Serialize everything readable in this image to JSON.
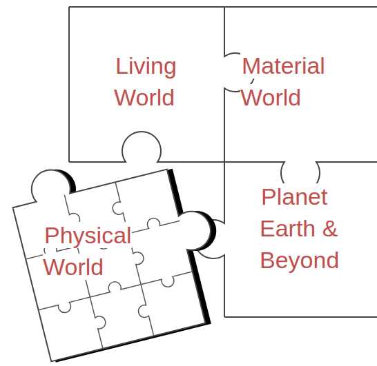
{
  "diagram": {
    "nodes": [
      {
        "text": [
          "Living World"
        ]
      },
      {
        "text": [
          "Material World"
        ]
      },
      {
        "text": [
          "Physical World"
        ]
      },
      {
        "text": [
          "Planet Earth & Beyond"
        ]
      }
    ]
  }
}
